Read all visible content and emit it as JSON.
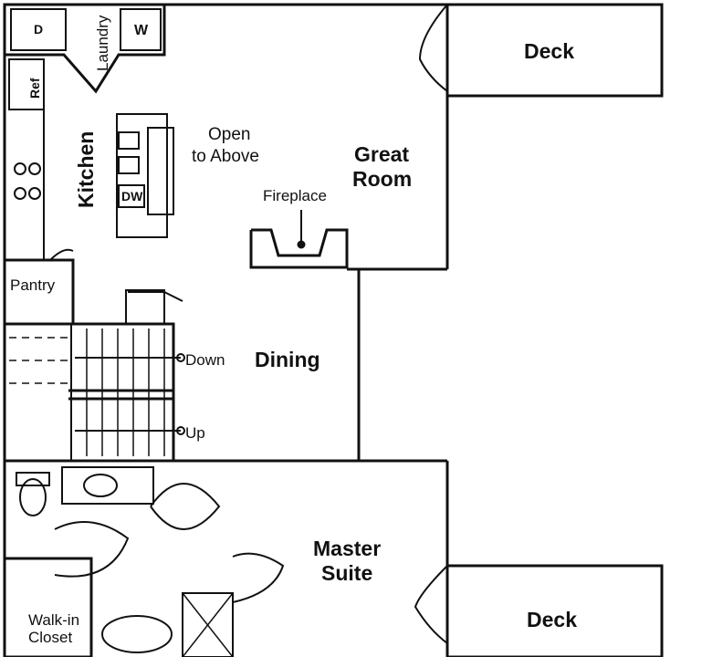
{
  "plan": {
    "rooms": {
      "deck_upper": "Deck",
      "deck_lower": "Deck",
      "great_room_line1": "Great",
      "great_room_line2": "Room",
      "kitchen": "Kitchen",
      "open_above_line1": "Open",
      "open_above_line2": "to Above",
      "fireplace": "Fireplace",
      "laundry": "Laundry",
      "pantry": "Pantry",
      "dining": "Dining",
      "master_line1": "Master",
      "master_line2": "Suite",
      "closet_line1": "Walk-in",
      "closet_line2": "Closet"
    },
    "stairs": {
      "down": "Down",
      "up": "Up"
    },
    "fixtures": {
      "dryer": "D",
      "washer": "W",
      "refrigerator": "Ref",
      "dishwasher": "DW"
    }
  },
  "colors": {
    "ink": "#111111",
    "background": "#ffffff"
  }
}
